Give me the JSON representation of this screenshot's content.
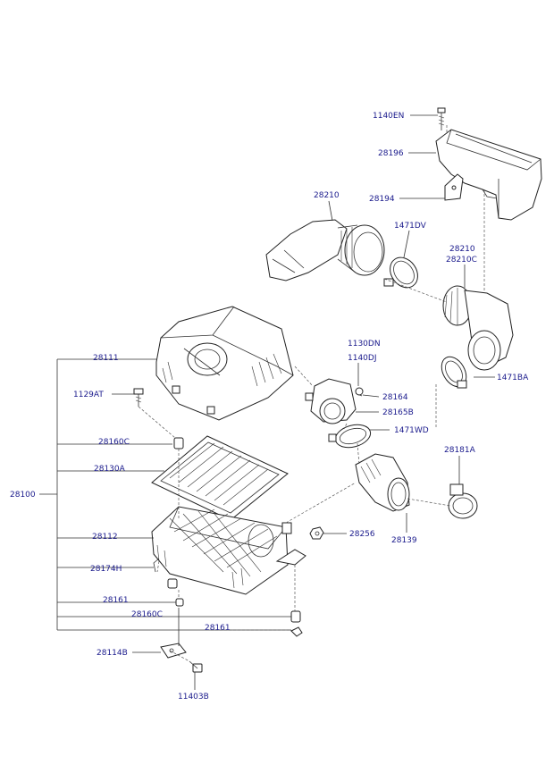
{
  "labels": {
    "l_1140EN": "1140EN",
    "l_28196": "28196",
    "l_28194": "28194",
    "l_28210a": "28210",
    "l_1471DV": "1471DV",
    "l_28210b": "28210",
    "l_28210C": "28210C",
    "l_28111": "28111",
    "l_1130DN": "1130DN",
    "l_1140DJ": "1140DJ",
    "l_1129AT": "1129AT",
    "l_28164": "28164",
    "l_28165B": "28165B",
    "l_1471BA": "1471BA",
    "l_1471WD": "1471WD",
    "l_28160Ca": "28160C",
    "l_28181A": "28181A",
    "l_28130A": "28130A",
    "l_28100": "28100",
    "l_28112": "28112",
    "l_28256": "28256",
    "l_28139": "28139",
    "l_28174H": "28174H",
    "l_28161a": "28161",
    "l_28160Cb": "28160C",
    "l_28161b": "28161",
    "l_28114B": "28114B",
    "l_11403B": "11403B"
  }
}
